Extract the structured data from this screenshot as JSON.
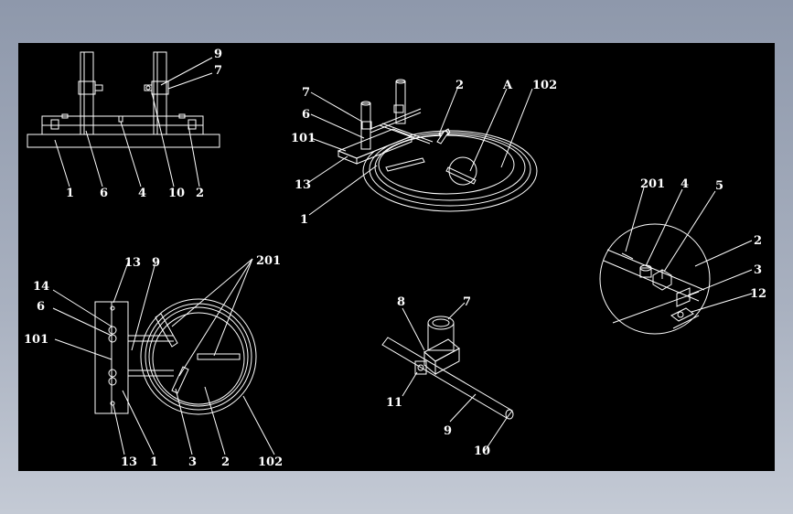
{
  "views": {
    "front": {
      "labels": [
        "9",
        "7",
        "1",
        "6",
        "4",
        "10",
        "2"
      ]
    },
    "iso": {
      "labels": [
        "7",
        "6",
        "101",
        "13",
        "1",
        "2",
        "A",
        "102"
      ]
    },
    "top": {
      "labels": [
        "13",
        "9",
        "201",
        "14",
        "6",
        "101",
        "13",
        "1",
        "3",
        "2",
        "102"
      ]
    },
    "clamp": {
      "labels": [
        "8",
        "7",
        "11",
        "9",
        "10"
      ]
    },
    "detail": {
      "labels": [
        "201",
        "4",
        "5",
        "2",
        "3",
        "12"
      ]
    }
  },
  "colors": {
    "background": "#000000",
    "lines": "#ffffff",
    "frame": "#8e98ab"
  }
}
